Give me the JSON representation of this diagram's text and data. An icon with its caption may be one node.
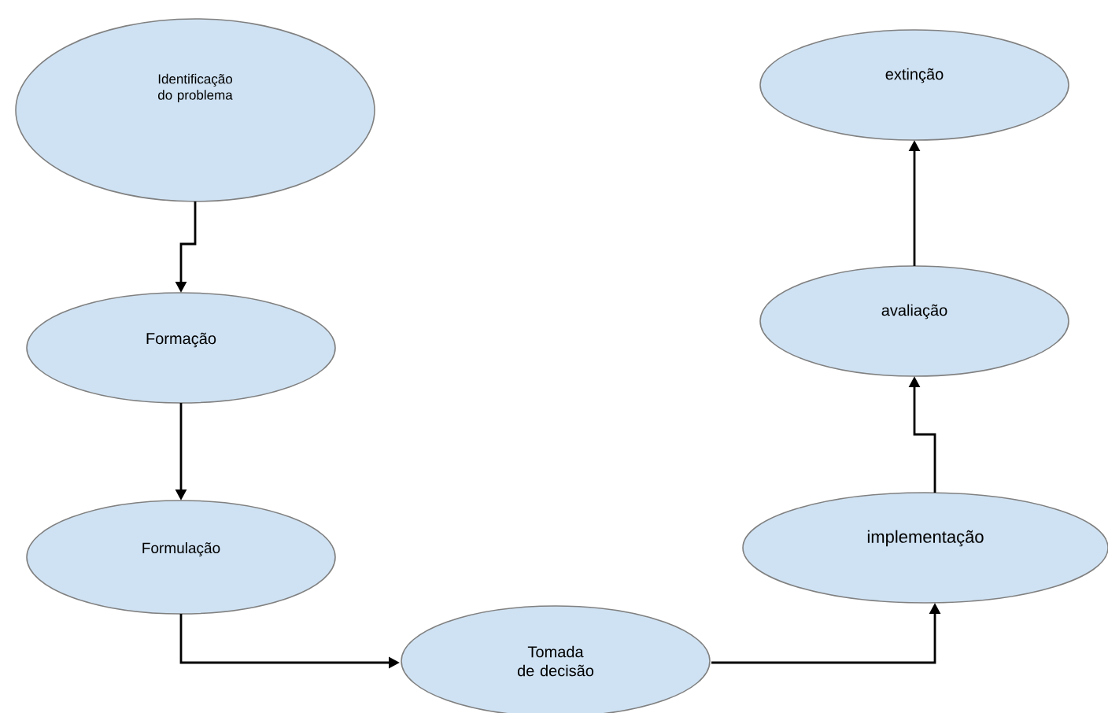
{
  "diagram": {
    "nodes": [
      {
        "text": [
          "Identificação do problema"
        ]
      },
      {
        "text": [
          "Formação"
        ]
      },
      {
        "text": [
          "Formulação"
        ]
      },
      {
        "text": [
          "Tomada de decisão"
        ]
      },
      {
        "text": [
          "implementação"
        ]
      },
      {
        "text": [
          "avaliação"
        ]
      },
      {
        "text": [
          "extinção"
        ]
      }
    ],
    "edges": [
      {
        "from": 0,
        "to": 1,
        "arrow": "to"
      },
      {
        "from": 1,
        "to": 2,
        "arrow": "to"
      },
      {
        "from": 2,
        "to": 3,
        "arrow": "to"
      },
      {
        "from": 3,
        "to": 4,
        "arrow": "to"
      },
      {
        "from": 4,
        "to": 5,
        "arrow": "to"
      },
      {
        "from": 5,
        "to": 6,
        "arrow": "to"
      }
    ]
  }
}
